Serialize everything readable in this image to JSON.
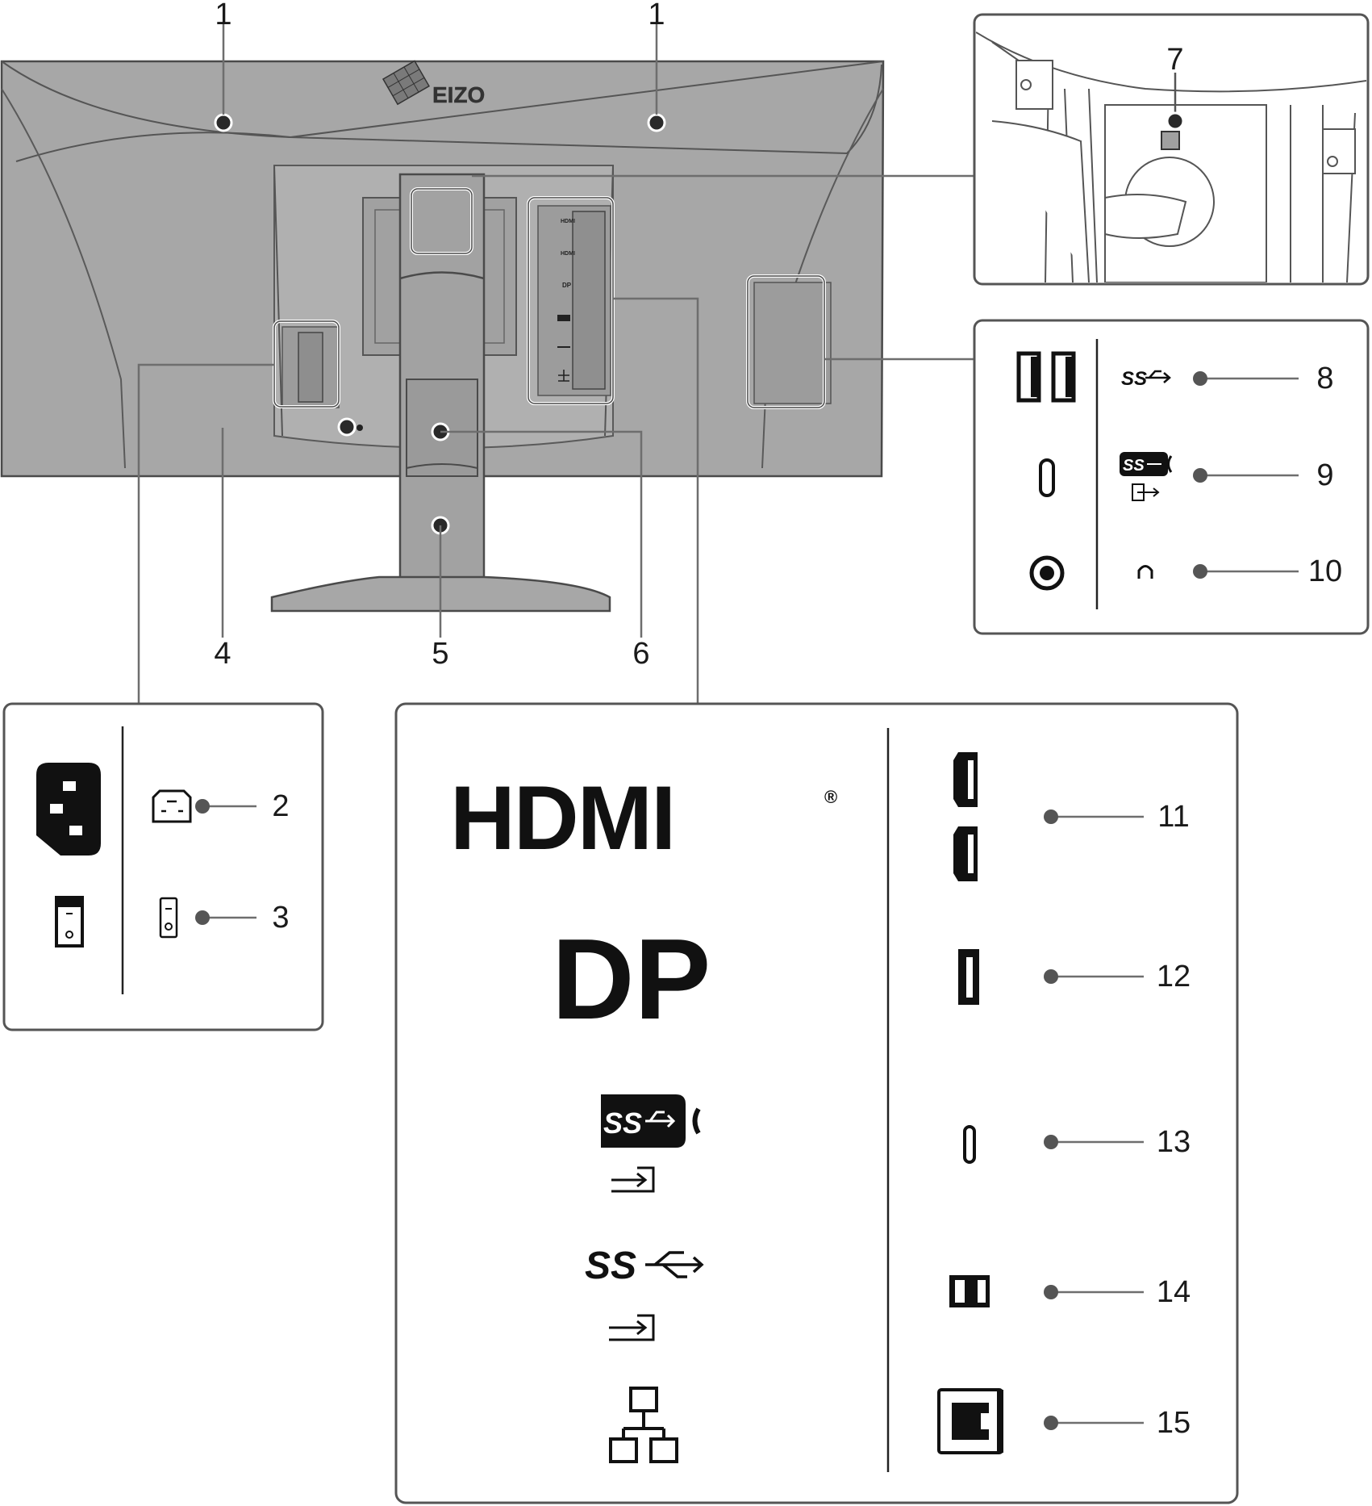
{
  "brand": {
    "logo_text": "EIZO"
  },
  "colors": {
    "body": "#a7a7a7",
    "panel_border": "#555555",
    "ink": "#1a1a1a",
    "leader": "#6e6e6e"
  },
  "callouts": [
    "1",
    "1",
    "2",
    "3",
    "4",
    "5",
    "6",
    "7",
    "8",
    "9",
    "10",
    "11",
    "12",
    "13",
    "14",
    "15"
  ],
  "back_panel": {
    "port_labels": {
      "hdmi": "HDMI",
      "dp": "DP"
    }
  },
  "main_panel": {
    "hdmi_label": "HDMI",
    "registered_mark": "®",
    "dp_label": "DP",
    "usb_label": "SS"
  },
  "icons": [
    "eizo-logo",
    "power-inlet-icon",
    "power-switch-icon",
    "security-slot-icon",
    "usb-a-port-icon",
    "usb-c-port-icon",
    "headphone-jack-icon",
    "ss-usb-icon",
    "ss-usb-charging-icon",
    "headphone-icon",
    "hdmi-port-icon",
    "displayport-port-icon",
    "usb-b-port-icon",
    "lan-port-icon",
    "network-icon",
    "input-arrow-icon",
    "output-arrow-icon",
    "cable-holder-icon"
  ]
}
